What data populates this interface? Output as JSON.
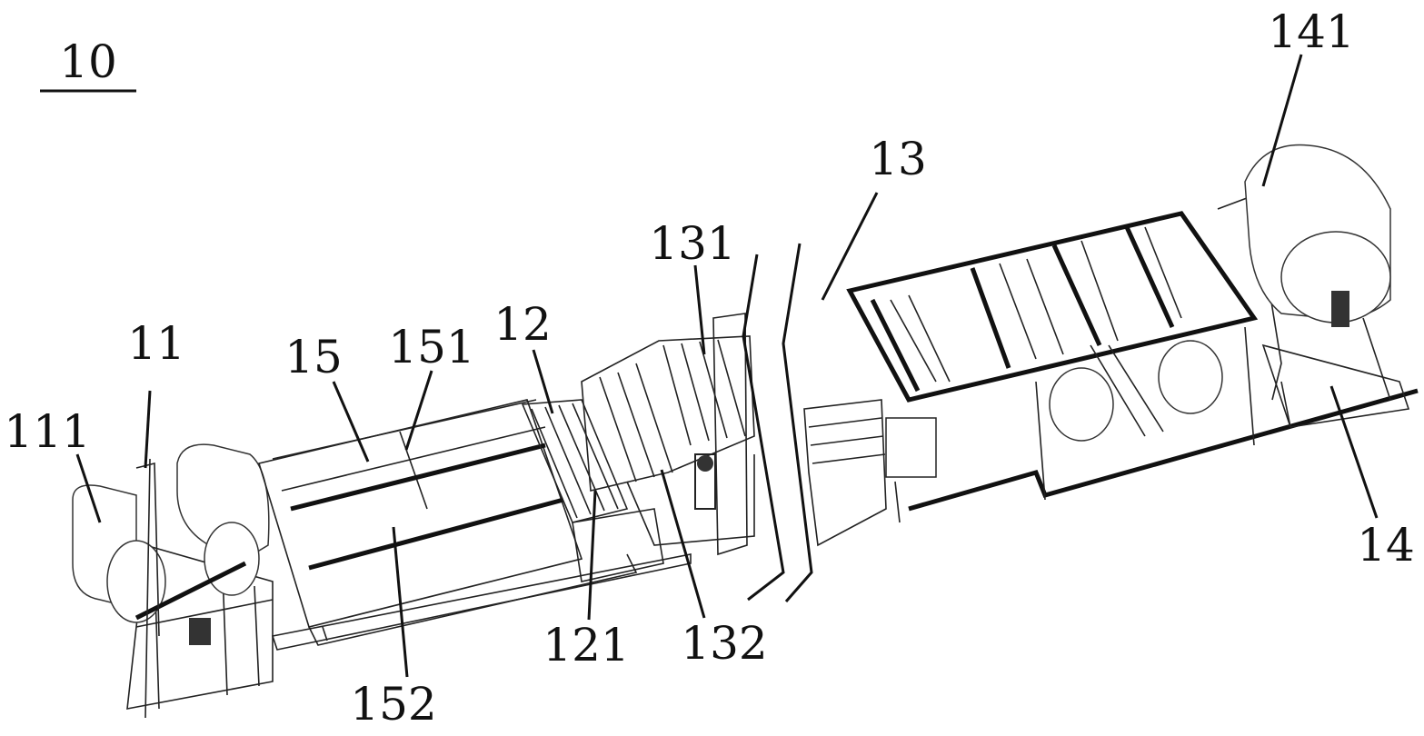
{
  "figure": {
    "reference_numeral": "10",
    "labels": {
      "l141": "141",
      "l13": "13",
      "l131": "131",
      "l12": "12",
      "l151": "151",
      "l15": "15",
      "l11": "11",
      "l111": "111",
      "l14": "14",
      "l121": "121",
      "l132": "132",
      "l152": "152"
    }
  }
}
